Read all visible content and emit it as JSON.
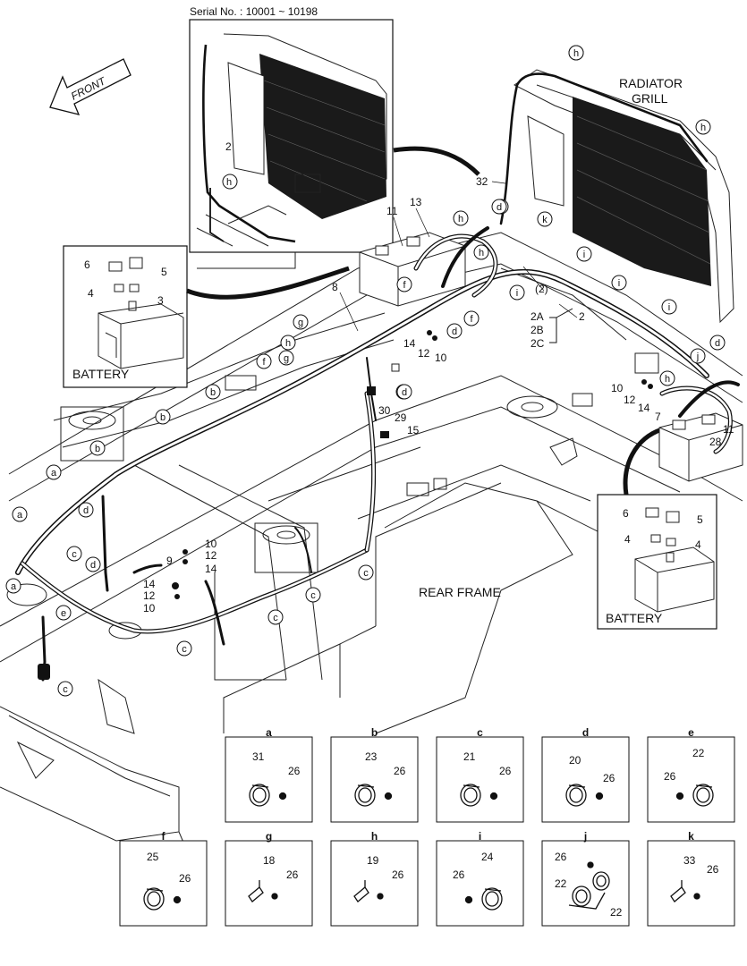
{
  "serial": "Serial No. : 10001 ~ 10198",
  "front_label": "FRONT",
  "radiator_label_1": "RADIATOR",
  "radiator_label_2": "GRILL",
  "rear_frame_label": "REAR FRAME",
  "battery_label_left": "BATTERY",
  "battery_label_right": "BATTERY",
  "inset_labels": [
    {
      "id": "ins-2",
      "text": "2"
    },
    {
      "id": "ins-h",
      "text": "h"
    },
    {
      "id": "lb-6",
      "text": "6"
    },
    {
      "id": "lb-5",
      "text": "5"
    },
    {
      "id": "lb-4",
      "text": "4"
    },
    {
      "id": "lb-3",
      "text": "3"
    },
    {
      "id": "rb-6",
      "text": "6"
    },
    {
      "id": "rb-5",
      "text": "5"
    },
    {
      "id": "rb-4a",
      "text": "4"
    },
    {
      "id": "rb-4b",
      "text": "4"
    }
  ],
  "part_numbers": [
    {
      "id": "p32",
      "text": "32"
    },
    {
      "id": "p11a",
      "text": "11"
    },
    {
      "id": "p13",
      "text": "13"
    },
    {
      "id": "p8",
      "text": "8"
    },
    {
      "id": "p2",
      "text": "2"
    },
    {
      "id": "p2p",
      "text": "(2)"
    },
    {
      "id": "p2A",
      "text": "2A"
    },
    {
      "id": "p2B",
      "text": "2B"
    },
    {
      "id": "p2C",
      "text": "2C"
    },
    {
      "id": "p14a",
      "text": "14"
    },
    {
      "id": "p12a",
      "text": "12"
    },
    {
      "id": "p10a",
      "text": "10"
    },
    {
      "id": "p30",
      "text": "30"
    },
    {
      "id": "p29",
      "text": "29"
    },
    {
      "id": "p15",
      "text": "15"
    },
    {
      "id": "p10b",
      "text": "10"
    },
    {
      "id": "p12b",
      "text": "12"
    },
    {
      "id": "p14b",
      "text": "14"
    },
    {
      "id": "p7",
      "text": "7"
    },
    {
      "id": "p28",
      "text": "28"
    },
    {
      "id": "p11b",
      "text": "11"
    },
    {
      "id": "p9",
      "text": "9"
    },
    {
      "id": "p10c",
      "text": "10"
    },
    {
      "id": "p12c",
      "text": "12"
    },
    {
      "id": "p14c",
      "text": "14"
    },
    {
      "id": "p14d",
      "text": "14"
    },
    {
      "id": "p12d",
      "text": "12"
    },
    {
      "id": "p10d",
      "text": "10"
    }
  ],
  "callouts": [
    {
      "id": "c1",
      "text": "h"
    },
    {
      "id": "c2",
      "text": "h"
    },
    {
      "id": "c3",
      "text": "h"
    },
    {
      "id": "c4",
      "text": "d"
    },
    {
      "id": "c5",
      "text": "h"
    },
    {
      "id": "c6",
      "text": "k"
    },
    {
      "id": "c7",
      "text": "h"
    },
    {
      "id": "c8",
      "text": "i"
    },
    {
      "id": "c9",
      "text": "f"
    },
    {
      "id": "c10",
      "text": "i"
    },
    {
      "id": "c11",
      "text": "i"
    },
    {
      "id": "c12",
      "text": "i"
    },
    {
      "id": "c13",
      "text": "f"
    },
    {
      "id": "c14",
      "text": "d"
    },
    {
      "id": "c15",
      "text": "d"
    },
    {
      "id": "c16",
      "text": "g"
    },
    {
      "id": "c17",
      "text": "h"
    },
    {
      "id": "c18",
      "text": "g"
    },
    {
      "id": "c19",
      "text": "f"
    },
    {
      "id": "c20",
      "text": "d"
    },
    {
      "id": "c21",
      "text": "b"
    },
    {
      "id": "c22",
      "text": "b"
    },
    {
      "id": "c23",
      "text": "b"
    },
    {
      "id": "c24",
      "text": "a"
    },
    {
      "id": "c25",
      "text": "a"
    },
    {
      "id": "c26",
      "text": "d"
    },
    {
      "id": "c27",
      "text": "c"
    },
    {
      "id": "c28",
      "text": "d"
    },
    {
      "id": "c29",
      "text": "a"
    },
    {
      "id": "c30",
      "text": "e"
    },
    {
      "id": "c31",
      "text": "c"
    },
    {
      "id": "c32",
      "text": "c"
    },
    {
      "id": "c33",
      "text": "c"
    },
    {
      "id": "c34",
      "text": "c"
    },
    {
      "id": "c35",
      "text": "c"
    },
    {
      "id": "c36",
      "text": "h"
    },
    {
      "id": "c37",
      "text": "j"
    },
    {
      "id": "c38",
      "text": "d"
    },
    {
      "id": "c39",
      "text": "d"
    }
  ],
  "detail_panels": [
    {
      "letter": "a",
      "parts": [
        "31",
        "26"
      ]
    },
    {
      "letter": "b",
      "parts": [
        "23",
        "26"
      ]
    },
    {
      "letter": "c",
      "parts": [
        "21",
        "26"
      ]
    },
    {
      "letter": "d",
      "parts": [
        "20",
        "26"
      ]
    },
    {
      "letter": "e",
      "parts": [
        "22",
        "26"
      ]
    },
    {
      "letter": "f",
      "parts": [
        "25",
        "26"
      ]
    },
    {
      "letter": "g",
      "parts": [
        "18",
        "26"
      ]
    },
    {
      "letter": "h",
      "parts": [
        "19",
        "26"
      ]
    },
    {
      "letter": "i",
      "parts": [
        "24",
        "26"
      ]
    },
    {
      "letter": "j",
      "parts": [
        "26",
        "22",
        "22"
      ]
    },
    {
      "letter": "k",
      "parts": [
        "33",
        "26"
      ]
    }
  ]
}
